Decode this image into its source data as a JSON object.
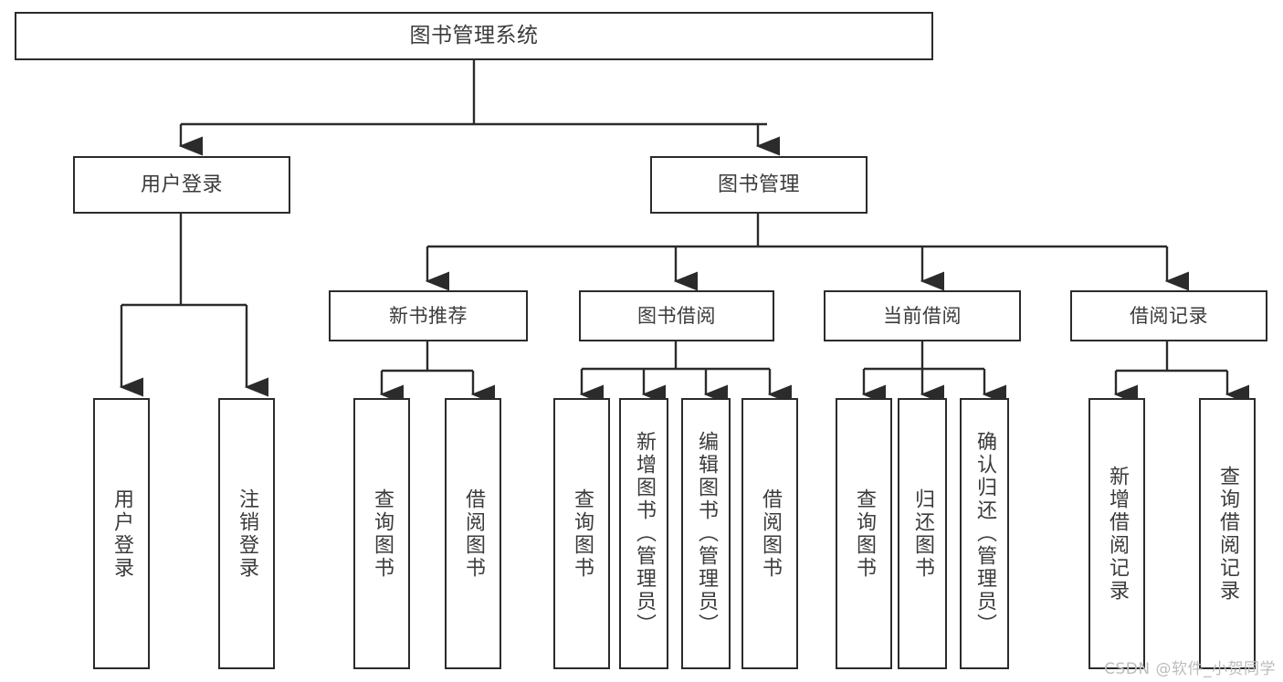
{
  "diagram": {
    "title": "图书管理系统",
    "type": "hierarchy-tree",
    "watermark": "CSDN @软件_小贺同学",
    "colors": {
      "border": "#2b2b2b",
      "text": "#3b3b3b",
      "background": "#ffffff",
      "watermark": "#bcbcbc"
    },
    "root": {
      "label": "图书管理系统"
    },
    "level2": [
      {
        "label": "用户登录"
      },
      {
        "label": "图书管理"
      }
    ],
    "level3": [
      {
        "label": "新书推荐"
      },
      {
        "label": "图书借阅"
      },
      {
        "label": "当前借阅"
      },
      {
        "label": "借阅记录"
      }
    ],
    "leaves": {
      "user_login": [
        {
          "label": "用户登录"
        },
        {
          "label": "注销登录"
        }
      ],
      "new_book_recommend": [
        {
          "label": "查询图书"
        },
        {
          "label": "借阅图书"
        }
      ],
      "book_borrow": [
        {
          "label": "查询图书"
        },
        {
          "label": "新增图书（管理员）"
        },
        {
          "label": "编辑图书（管理员）"
        },
        {
          "label": "借阅图书"
        }
      ],
      "current_borrow": [
        {
          "label": "查询图书"
        },
        {
          "label": "归还图书"
        },
        {
          "label": "确认归还（管理员）"
        }
      ],
      "borrow_record": [
        {
          "label": "新增借阅记录"
        },
        {
          "label": "查询借阅记录"
        }
      ]
    }
  }
}
